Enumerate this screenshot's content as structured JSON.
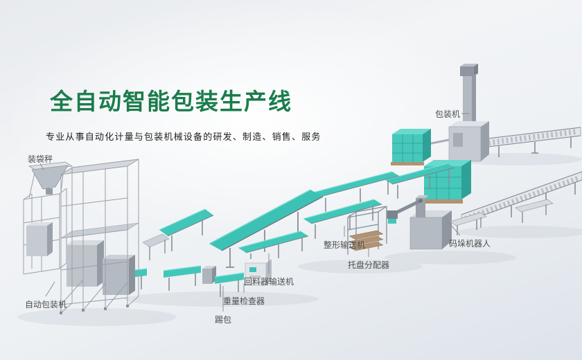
{
  "page": {
    "title": "全自动智能包装生产线",
    "subtitle": "专业从事自动化计量与包装机械设备的研发、制造、销售、服务"
  },
  "labels": {
    "bagging_scale": "装袋秤",
    "packing_machine": "包装机",
    "shaping_conveyor": "整形输送机",
    "palletizing_robot": "码垛机器人",
    "pallet_dispenser": "托盘分配器",
    "return_feeder_conveyor": "回料器输送机",
    "weight_checker": "重量检查器",
    "kick_bag": "踢包",
    "auto_bagging_machine": "自动包装机"
  },
  "colors": {
    "title_green": "#1a7c4c",
    "belt_teal": "#41c7ba",
    "product_stack_teal": "#46c8bb",
    "machine_gray": "#b5bbc3",
    "label_text": "#4d4d4d",
    "background_top": "#eceff2",
    "background_bottom": "#dde3ea"
  }
}
